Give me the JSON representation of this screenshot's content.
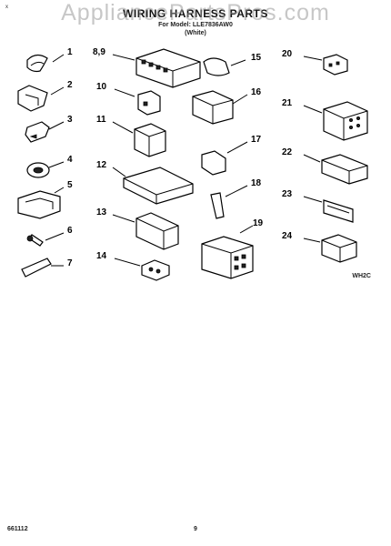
{
  "watermark": "AppliancePartsPros.com",
  "header": {
    "corner_mark": "x",
    "title": "WIRING HARNESS PARTS",
    "subtitle_line1": "For Model: LLE7836AW0",
    "subtitle_line2": "(White)"
  },
  "parts": {
    "p1": "1",
    "p2": "2",
    "p3": "3",
    "p4": "4",
    "p5": "5",
    "p6": "6",
    "p7": "7",
    "p89": "8,9",
    "p10": "10",
    "p11": "11",
    "p12": "12",
    "p13": "13",
    "p14": "14",
    "p15": "15",
    "p16": "16",
    "p17": "17",
    "p18": "18",
    "p19": "19",
    "p20": "20",
    "p21": "21",
    "p22": "22",
    "p23": "23",
    "p24": "24"
  },
  "diagram_code": "WH2C",
  "footer": {
    "left": "661112",
    "page": "9"
  }
}
